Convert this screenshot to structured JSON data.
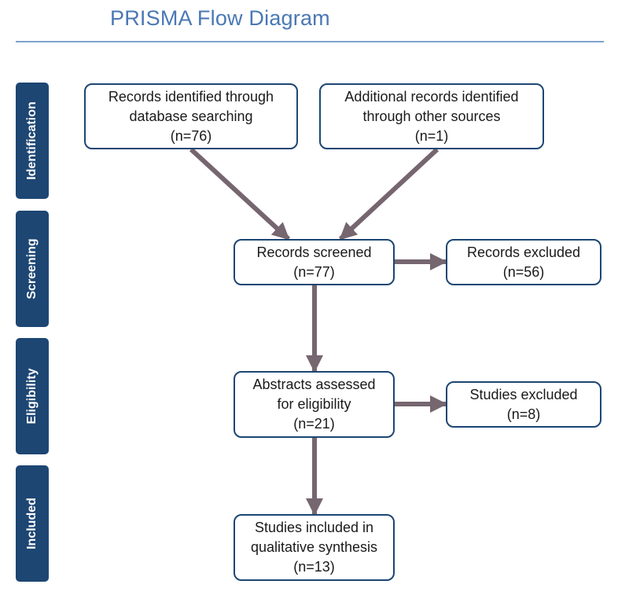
{
  "title": "PRISMA Flow Diagram",
  "stages": {
    "identification": "Identification",
    "screening": "Screening",
    "eligibility": "Eligibility",
    "included": "Included"
  },
  "boxes": {
    "database_records": {
      "line1": "Records identified through",
      "line2": "database searching",
      "count": "(n=76)"
    },
    "other_records": {
      "line1": "Additional records identified",
      "line2": "through other sources",
      "count": "(n=1)"
    },
    "screened": {
      "line1": "Records screened",
      "count": "(n=77)"
    },
    "excluded_records": {
      "line1": "Records excluded",
      "count": "(n=56)"
    },
    "abstracts": {
      "line1": "Abstracts assessed",
      "line2": "for eligibility",
      "count": "(n=21)"
    },
    "excluded_studies": {
      "line1": "Studies excluded",
      "count": "(n=8)"
    },
    "included": {
      "line1": "Studies included in",
      "line2": "qualitative synthesis",
      "count": "(n=13)"
    }
  },
  "colors": {
    "title": "#4a78b4",
    "stage_fill": "#1d4673",
    "box_border": "#1d4673",
    "arrow": "#76666f"
  }
}
